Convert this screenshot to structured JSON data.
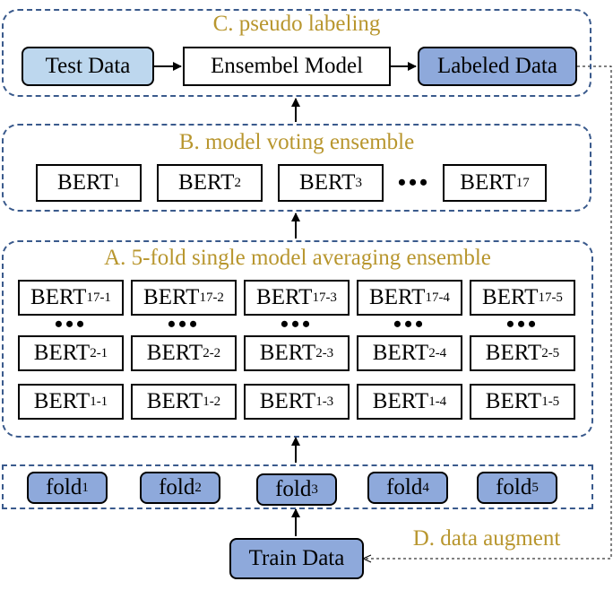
{
  "sections": {
    "c_title": "C. pseudo labeling",
    "b_title": "B. model voting ensemble",
    "a_title": "A. 5-fold single model averaging ensemble",
    "d_title": "D. data augment"
  },
  "pseudo": {
    "test_data": "Test Data",
    "ensemble_model": "Ensembel Model",
    "labeled_data": "Labeled Data"
  },
  "voting": {
    "base": "BERT",
    "subs": [
      "1",
      "2",
      "3",
      "17"
    ],
    "ellipsis": "•••"
  },
  "averaging": {
    "base": "BERT",
    "rows": [
      [
        "17-1",
        "17-2",
        "17-3",
        "17-4",
        "17-5"
      ],
      [
        "2-1",
        "2-2",
        "2-3",
        "2-4",
        "2-5"
      ],
      [
        "1-1",
        "1-2",
        "1-3",
        "1-4",
        "1-5"
      ]
    ],
    "ellipsis": "•••"
  },
  "folds": {
    "base": "fold",
    "subs": [
      "1",
      "2",
      "3",
      "4",
      "5"
    ]
  },
  "train_data": "Train Data",
  "colors": {
    "panel_border": "#3a5a8c",
    "title": "#b8962e",
    "light_box": "#bdd7ee",
    "blue_box": "#8ea9db"
  }
}
